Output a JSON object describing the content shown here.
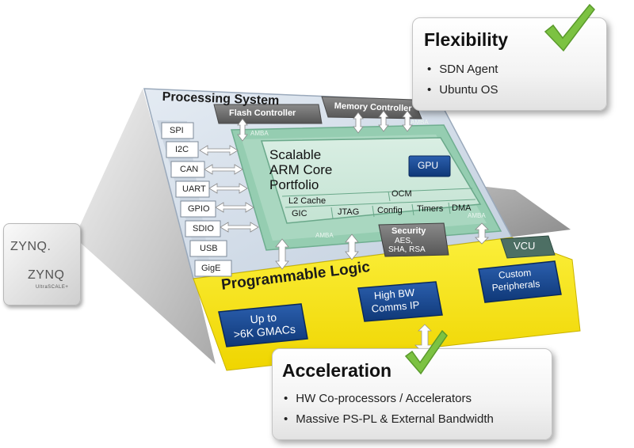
{
  "processing_system": {
    "title": "Processing System",
    "flash_controller": "Flash Controller",
    "memory_controller": "Memory Controller",
    "amba_top": "AMBA",
    "amba_top_right": "AMBA",
    "amba_bottom": "AMBA",
    "amba_right": "AMBA",
    "io_interfaces": [
      "SPI",
      "I2C",
      "CAN",
      "UART",
      "GPIO",
      "SDIO",
      "USB",
      "GigE"
    ],
    "core": {
      "title_lines": [
        "Scalable",
        "ARM Core",
        "Portfolio"
      ],
      "gpu": "GPU",
      "l2_cache": "L2 Cache",
      "ocm": "OCM",
      "gic": "GIC",
      "jtag": "JTAG",
      "config": "Config",
      "timers": "Timers",
      "dma": "DMA"
    },
    "security": {
      "title": "Security",
      "line1": "AES,",
      "line2": "SHA, RSA"
    },
    "vcu": "VCU"
  },
  "programmable_logic": {
    "title": "Programmable Logic",
    "block1": [
      "Up to",
      ">6K GMACs"
    ],
    "block2": [
      "High BW",
      "Comms IP"
    ],
    "block3": [
      "Custom",
      "Peripherals"
    ]
  },
  "chip": {
    "logo1": "ZYNQ.",
    "logo2": "ZYNQ",
    "logo2_sub": "UltraSCALE+"
  },
  "callouts": {
    "flexibility": {
      "title": "Flexibility",
      "items": [
        "SDN Agent",
        "Ubuntu OS"
      ]
    },
    "acceleration": {
      "title": "Acceleration",
      "items": [
        "HW Co-processors / Accelerators",
        "Massive PS-PL & External Bandwidth"
      ]
    }
  },
  "colors": {
    "ps_fill": "#d8e1ec",
    "core_green": "#8fc8ac",
    "pl_yellow": "#f5e71a",
    "pl_block_blue": "#17458c",
    "controller_gray": "#676767",
    "checkmark_green": "#7cc242"
  }
}
